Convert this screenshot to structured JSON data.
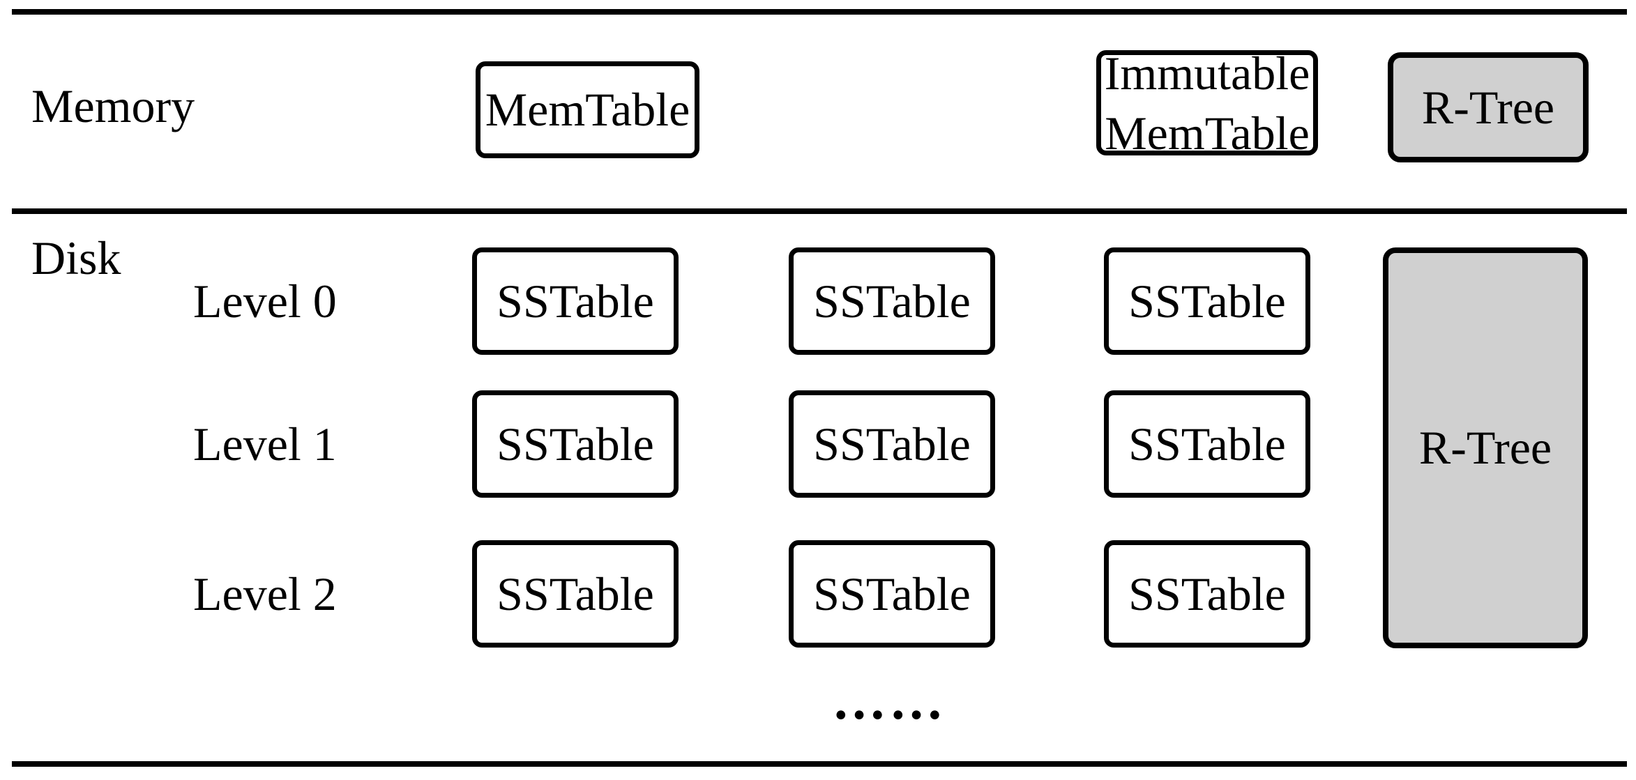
{
  "diagram": {
    "memory": {
      "label": "Memory",
      "memtable_label": "MemTable",
      "immutable_memtable_line1": "Immutable",
      "immutable_memtable_line2": "MemTable",
      "rtree_label": "R-Tree"
    },
    "disk": {
      "label": "Disk",
      "levels": [
        {
          "label": "Level 0",
          "sstables": [
            "SSTable",
            "SSTable",
            "SSTable"
          ]
        },
        {
          "label": "Level 1",
          "sstables": [
            "SSTable",
            "SSTable",
            "SSTable"
          ]
        },
        {
          "label": "Level 2",
          "sstables": [
            "SSTable",
            "SSTable",
            "SSTable"
          ]
        }
      ],
      "rtree_label": "R-Tree",
      "ellipsis": "……"
    },
    "colors": {
      "rtree_fill": "#d0d0d0",
      "line_color": "#000000",
      "background": "#ffffff"
    }
  }
}
